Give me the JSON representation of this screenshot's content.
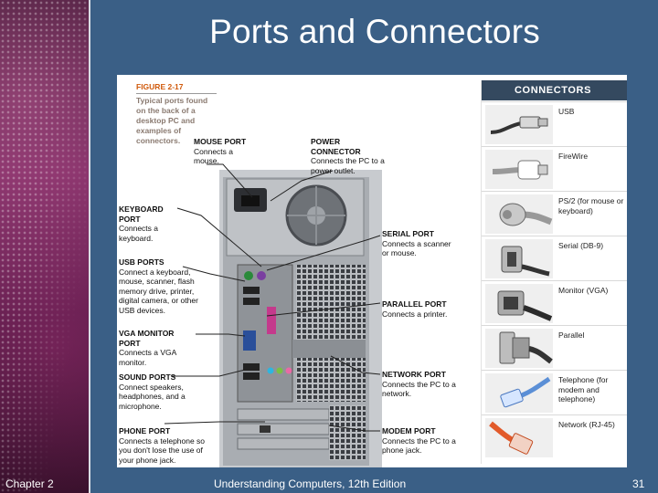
{
  "slide": {
    "title": "Ports and Connectors",
    "footer_left": "Chapter 2",
    "footer_center": "Understanding Computers, 12th Edition",
    "slide_number": "31"
  },
  "figure": {
    "number": "FIGURE 2-17",
    "caption": "Typical ports found on the back of a desktop PC and examples of connectors.",
    "ports": [
      {
        "key": "mouse",
        "name": "MOUSE PORT",
        "desc": "Connects a mouse."
      },
      {
        "key": "power",
        "name": "POWER CONNECTOR",
        "desc": "Connects the PC to a power outlet."
      },
      {
        "key": "keyboard",
        "name": "KEYBOARD PORT",
        "desc": "Connects a keyboard."
      },
      {
        "key": "usb",
        "name": "USB PORTS",
        "desc": "Connect a keyboard, mouse, scanner, flash memory drive, printer, digital camera, or other USB devices."
      },
      {
        "key": "vga",
        "name": "VGA MONITOR PORT",
        "desc": "Connects a VGA monitor."
      },
      {
        "key": "sound",
        "name": "SOUND PORTS",
        "desc": "Connect speakers, headphones, and a microphone."
      },
      {
        "key": "phone",
        "name": "PHONE PORT",
        "desc": "Connects a telephone so you don't lose the use of your phone jack."
      },
      {
        "key": "serial",
        "name": "SERIAL PORT",
        "desc": "Connects a scanner or mouse."
      },
      {
        "key": "parallel",
        "name": "PARALLEL PORT",
        "desc": "Connects a printer."
      },
      {
        "key": "network",
        "name": "NETWORK PORT",
        "desc": "Connects the PC to a network."
      },
      {
        "key": "modem",
        "name": "MODEM PORT",
        "desc": "Connects the PC to a phone jack."
      }
    ]
  },
  "connectors": {
    "heading": "CONNECTORS",
    "items": [
      {
        "label": "USB"
      },
      {
        "label": "FireWire"
      },
      {
        "label": "PS/2 (for mouse or keyboard)"
      },
      {
        "label": "Serial (DB-9)"
      },
      {
        "label": "Monitor (VGA)"
      },
      {
        "label": "Parallel"
      },
      {
        "label": "Telephone (for modem and telephone)"
      },
      {
        "label": "Network (RJ-45)"
      }
    ]
  },
  "colors": {
    "background": "#3a5f86",
    "panel_header": "#34495f",
    "figure_number": "#d05a0c",
    "band": "#6b1f55"
  }
}
